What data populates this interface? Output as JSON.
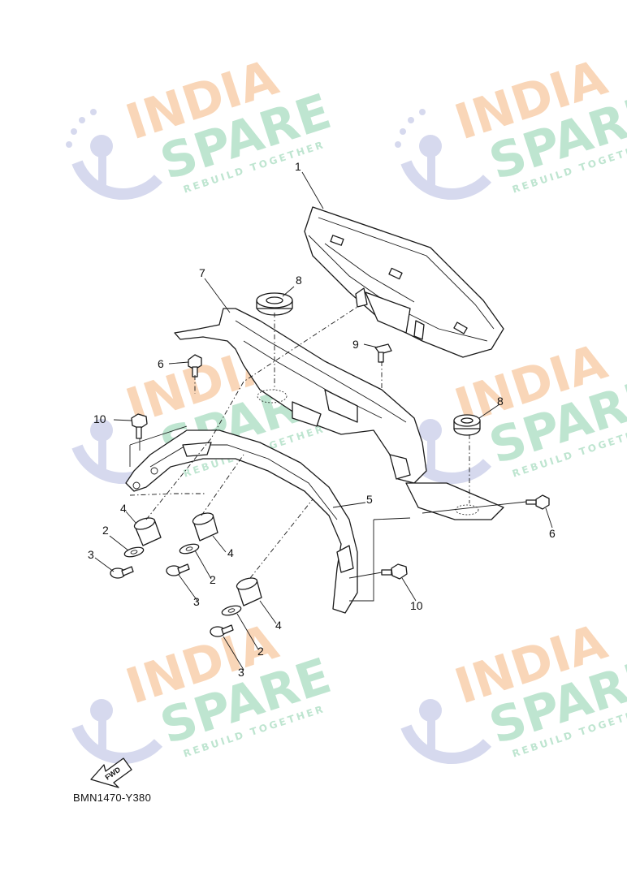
{
  "diagram": {
    "code_label": "BMN1470-Y380",
    "fwd_label": "FWD",
    "callouts": [
      "1",
      "2",
      "3",
      "4",
      "5",
      "6",
      "7",
      "8",
      "9",
      "10"
    ]
  },
  "watermark": {
    "line1": "INDIA",
    "line2": "SPARE",
    "tagline": "REBUILD TOGETHER",
    "colors": {
      "orange": "#f7c9a0",
      "green": "#a8dcc0",
      "purple": "#c9cde8"
    }
  }
}
